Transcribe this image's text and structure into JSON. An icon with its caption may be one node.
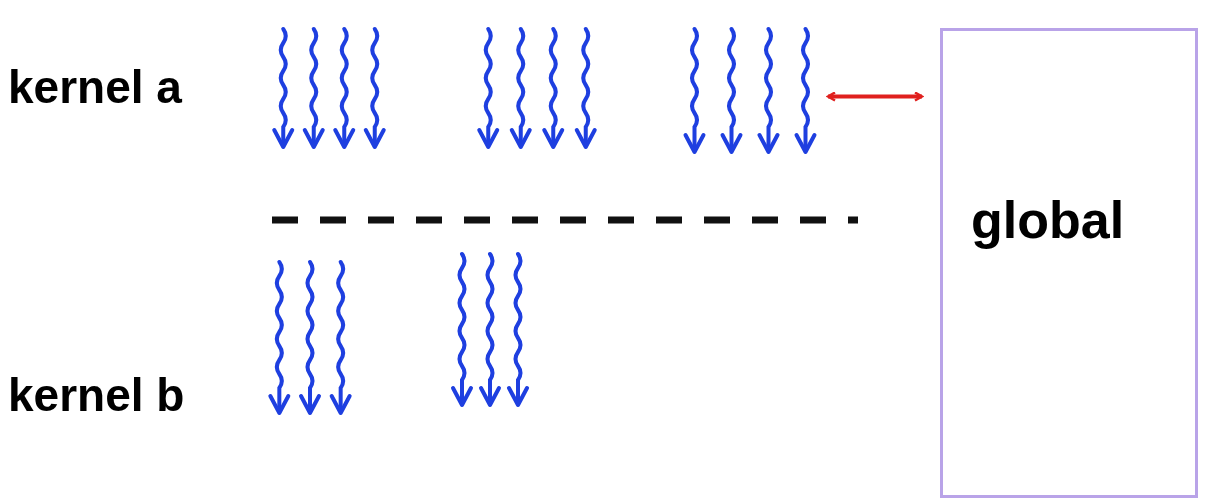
{
  "diagram": {
    "nodes": [
      {
        "text": [],
        "shape": "picture"
      },
      {
        "text": [],
        "shape": "picture"
      },
      {
        "text": [],
        "shape": "picture"
      },
      {
        "text": [],
        "shape": "picture"
      },
      {
        "text": [],
        "shape": "picture"
      },
      {
        "text": [
          "global"
        ]
      }
    ],
    "edges": [
      {
        "from": 2,
        "to": 5,
        "arrow": "both"
      }
    ],
    "labels": [
      "kernel a",
      "kernel b"
    ]
  }
}
